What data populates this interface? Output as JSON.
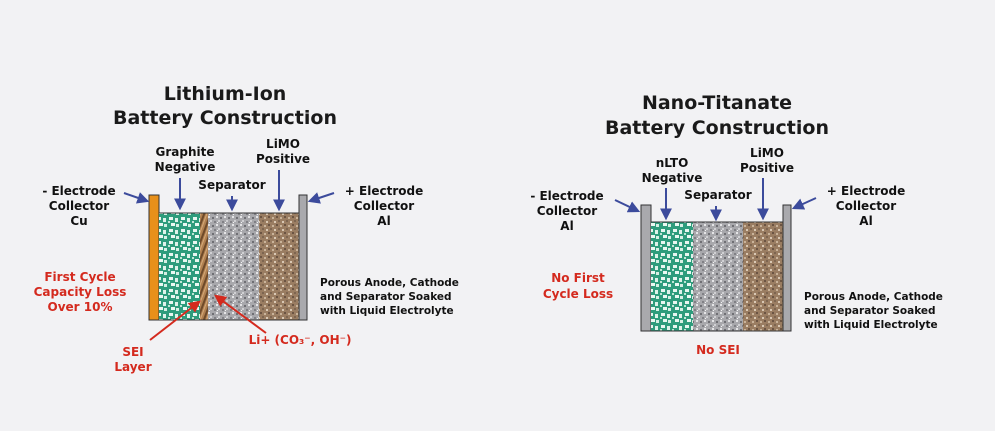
{
  "colors": {
    "background": "#f2f2f4",
    "arrow": "#3c4b9c",
    "red_text": "#d42a1e",
    "copper": "#e8901a",
    "aluminum": "#a9a9ad",
    "anode_green": "#2e9c7c",
    "separator_gray": "#a8a8ac",
    "cathode_brown": "#9a7d62",
    "sei_tan": "#b08050"
  },
  "left": {
    "title_line1": "Lithium-Ion",
    "title_line2": "Battery Construction",
    "neg_collector": [
      "- Electrode",
      "Collector",
      "Cu"
    ],
    "negative": [
      "Graphite",
      "Negative"
    ],
    "separator": "Separator",
    "positive": [
      "LiMO",
      "Positive"
    ],
    "pos_collector": [
      "+ Electrode",
      "Collector",
      "Al"
    ],
    "red_note": [
      "First Cycle",
      "Capacity Loss",
      "Over 10%"
    ],
    "porous_note": [
      "Porous Anode, Cathode",
      "and Separator Soaked",
      "with Liquid Electrolyte"
    ],
    "sei": [
      "SEI",
      "Layer"
    ],
    "li_label": "Li+ (CO₃⁻, OH⁻)"
  },
  "right": {
    "title_line1": "Nano-Titanate",
    "title_line2": "Battery Construction",
    "neg_collector": [
      "- Electrode",
      "Collector",
      "Al"
    ],
    "negative": [
      "nLTO",
      "Negative"
    ],
    "separator": "Separator",
    "positive": [
      "LiMO",
      "Positive"
    ],
    "pos_collector": [
      "+ Electrode",
      "Collector",
      "Al"
    ],
    "red_note": [
      "No First",
      "Cycle Loss"
    ],
    "porous_note": [
      "Porous Anode, Cathode",
      "and Separator Soaked",
      "with Liquid Electrolyte"
    ],
    "no_sei": "No SEI"
  }
}
